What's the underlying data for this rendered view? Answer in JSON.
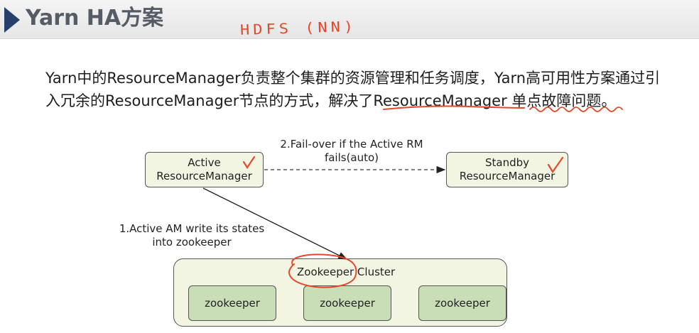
{
  "header": {
    "title": "Yarn HA方案",
    "annotation": "HDFS (NN)"
  },
  "intro": {
    "line1": "Yarn中的ResourceManager负责整个集群的资源管理和任务调度，Yarn高可用性方案通过引",
    "line2": "入冗余的ResourceManager节点的方式，解决了ResourceManager 单点故障问题。"
  },
  "diagram": {
    "active_rm": "Active\nResourceManager",
    "standby_rm": "Standby\nResourceManager",
    "failover_label": "2.Fail-over if the Active RM\nfails(auto)",
    "write_label": "1.Active AM write its states\ninto zookeeper",
    "cluster_title": "Zookeeper Cluster",
    "zk_nodes": [
      "zookeeper",
      "zookeeper",
      "zookeeper"
    ]
  },
  "colors": {
    "annotation": "#e5482a",
    "node_fill": "#f2f5e2",
    "zk_fill": "#c9deb7",
    "title_marker": "#27406b"
  }
}
